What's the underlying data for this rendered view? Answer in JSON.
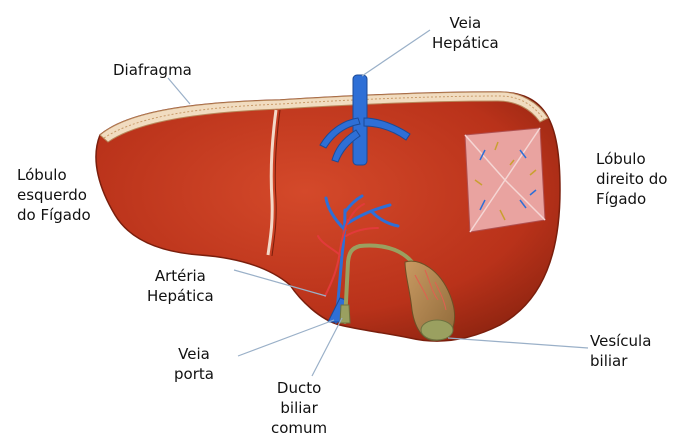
{
  "labels": {
    "veia_hepatica": "Veia\nHepática",
    "diafragma": "Diafragma",
    "lobulo_esquerdo": "Lóbulo\nesquerdo\ndo Fígado",
    "lobulo_direito": "Lóbulo\ndireito do\nFígado",
    "arteria_hepatica": "Artéria\nHepática",
    "veia_porta": "Veia\nporta",
    "ducto_biliar": "Ducto\nbiliar\ncomum",
    "vesicula_biliar": "Vesícula\nbiliar"
  },
  "colors": {
    "liver": "#c2391c",
    "liver_dark": "#8e2410",
    "liver_light": "#d9583a",
    "diaphragm": "#f1dcc0",
    "vein": "#2e6fd6",
    "artery": "#e23a3a",
    "bile": "#9aa060",
    "gallbladder": "#b98b52"
  }
}
